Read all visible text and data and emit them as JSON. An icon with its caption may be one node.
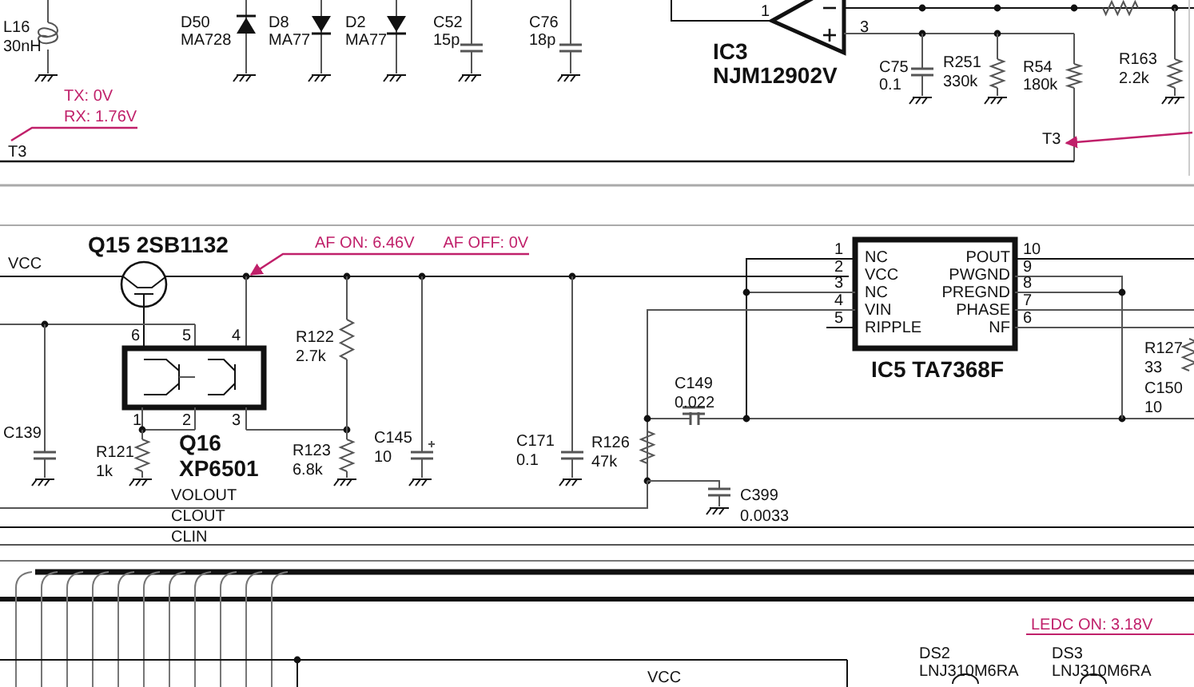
{
  "diagram": {
    "nodes": [
      {
        "text": [
          "TX: 0V",
          "RX: 1.76V"
        ]
      },
      {
        "text": [
          "T3"
        ]
      },
      {
        "text": [
          "T3"
        ]
      },
      {
        "text": [
          "AF ON: 6.46V",
          "AF OFF: 0V"
        ]
      }
    ],
    "edges": [
      {
        "from": 0,
        "to": 2,
        "arrow": "none"
      },
      {
        "from": null,
        "to": 1,
        "arrow": "to"
      },
      {
        "from": 3,
        "to": null,
        "arrow": "to"
      }
    ],
    "labels": [
      "L16",
      "30nH",
      "D50",
      "MA728",
      "D8",
      "MA77",
      "D2",
      "MA77",
      "C52",
      "15p",
      "C76",
      "18p",
      "1",
      "3",
      "IC3",
      "NJM12902V",
      "C75",
      "0.1",
      "R251",
      "330k",
      "R54",
      "180k",
      "R163",
      "2.2k",
      "VCC",
      "Q15 2SB1132",
      "6",
      "5",
      "4",
      "R122",
      "2.7k",
      "C139",
      "1",
      "2",
      "3",
      "R121",
      "1k",
      "Q16",
      "XP6501",
      "R123",
      "6.8k",
      "C145",
      "10",
      "C171",
      "0.1",
      "R126",
      "47k",
      "C149",
      "0.022",
      "1",
      "NC",
      "POUT",
      "10",
      "2",
      "VCC",
      "PWGND",
      "9",
      "3",
      "NC",
      "PREGND",
      "8",
      "4",
      "VIN",
      "PHASE",
      "7",
      "5",
      "RIPPLE",
      "NF",
      "6",
      "IC5 TA7368F",
      "R127",
      "33",
      "C150",
      "10",
      "VOLOUT",
      "C399",
      "CLOUT",
      "0.0033",
      "CLIN",
      "LEDC ON: 3.18V",
      "DS2",
      "LNJ310M6RA",
      "DS3",
      "LNJ310M6RA",
      "VCC"
    ]
  }
}
